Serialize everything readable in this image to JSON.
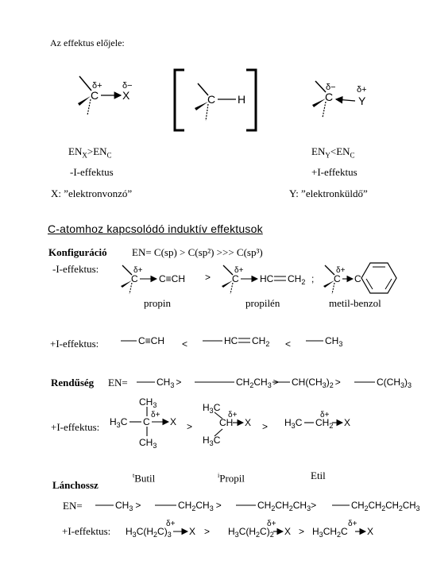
{
  "top": {
    "title": "Az effektus előjele:",
    "left_rel_a": "EN",
    "left_sub_a": "X",
    "left_rel_op": ">",
    "left_rel_b": "EN",
    "left_sub_b": "C",
    "right_rel_a": "EN",
    "right_sub_a": "Y",
    "right_rel_op": "<",
    "right_rel_b": "EN",
    "right_sub_b": "C",
    "left_effect": "-I-effektus",
    "right_effect": "+I-effektus",
    "left_desc": "X: ”elektronvonzó”",
    "right_desc": "Y: ”elektronküldő”"
  },
  "mol": {
    "c": "C",
    "x": "X",
    "y": "Y",
    "h": "H",
    "dplus": "δ+",
    "dminus": "δ−"
  },
  "section": {
    "heading": "C-atomhoz kapcsolódó induktív effektusok",
    "config_label": "Konfiguráció",
    "config_en": "EN= C(sp) > C(sp²) >>> C(sp³)",
    "minus_label": "-I-effektus:",
    "gt": ">",
    "semicolon": ";",
    "propin": "propin",
    "propilen": "propilén",
    "metilbenzol": "metil-benzol",
    "plus_label": "+I-effektus:",
    "lt": "<",
    "frag_triple": "C≡CH",
    "frag_hc": "HC",
    "frag_ch2": "CH",
    "frag_ch2_sub": "2",
    "frag_ch3": "CH",
    "frag_ch3_sub": "3",
    "frag_hc_double_c": "C",
    "frag_hc_double_ch": "CH"
  },
  "order": {
    "label": "Rendűség",
    "en": "EN=",
    "items": [
      {
        "main": "CH",
        "sub": "3",
        "tail": ""
      },
      {
        "main": "CH",
        "sub": "2",
        "tail": "CH",
        "sub2": "3"
      },
      {
        "main": "CH(CH",
        "sub": "3",
        "tail": ")",
        "sub2": "2"
      },
      {
        "main": "C(CH",
        "sub": "3",
        "tail": ")",
        "sub2": "3"
      }
    ],
    "gt": ">",
    "plus_label": "+I-effektus:",
    "h3c": "H",
    "h3c_sub": "3",
    "h3c_c": "C",
    "ch3": "CH",
    "ch3_sub": "3",
    "ch2": "CH",
    "ch2_sub": "2",
    "ch": "CH"
  },
  "names": {
    "tbutil_prefix": "t",
    "tbutil": "Butil",
    "ipropil_prefix": "i",
    "ipropil": "Propil",
    "etil": "Etil"
  },
  "chain": {
    "label": "Lánchossz",
    "en": "EN=",
    "items": [
      {
        "text": "CH",
        "sub": "3"
      },
      {
        "text": "CH",
        "sub": "2",
        "tail": "CH",
        "sub2": "3"
      },
      {
        "text": "CH",
        "sub": "2",
        "tail": "CH",
        "sub2": "2",
        "tail2": "CH",
        "sub3": "3"
      },
      {
        "text": "CH",
        "sub": "2",
        "tail": "CH",
        "sub2": "2",
        "tail2": "CH",
        "sub3": "2",
        "tail3": "CH",
        "sub4": "3"
      }
    ],
    "gt": ">",
    "plus_label": "+I-effektus:",
    "f1_a": "H",
    "f1_b": "3",
    "f1_c": "C(H",
    "f1_d": "2",
    "f1_e": "C)",
    "f1_f": "3",
    "f2_c": "C(H",
    "f2_e": "C)",
    "f2_f": "2",
    "f3_c": "CH",
    "f3_d": "2",
    "f3_e": "C",
    "x": "X"
  }
}
